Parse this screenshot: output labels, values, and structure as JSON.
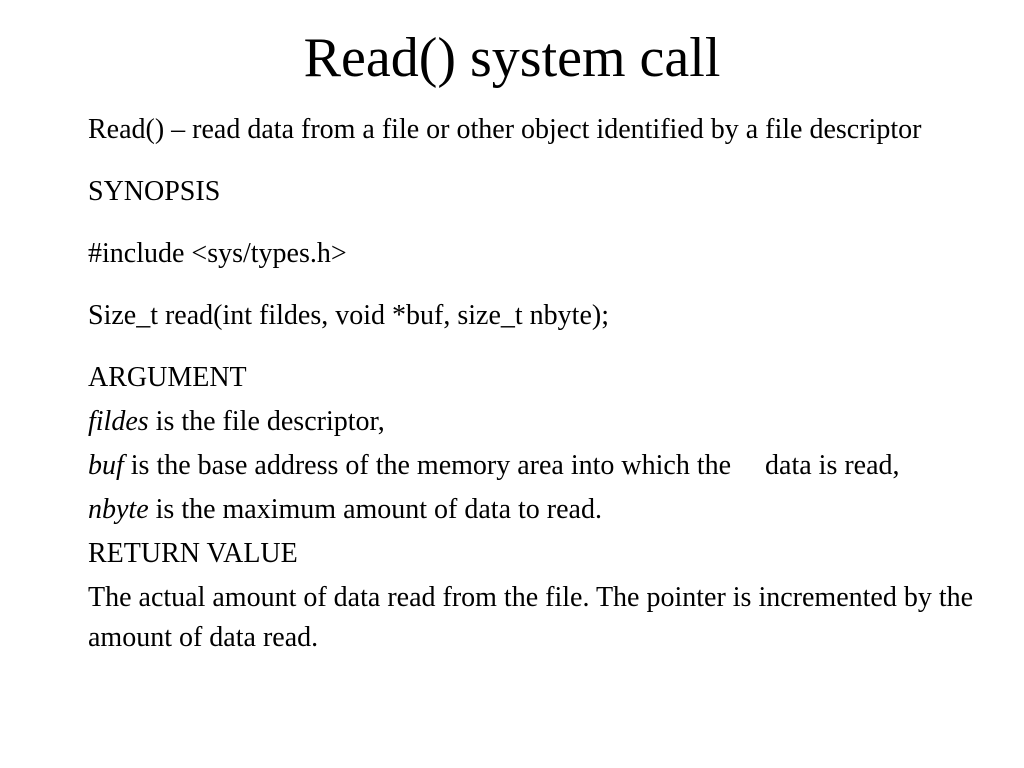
{
  "title": "Read() system call",
  "description": "Read() – read data from a file or other object identified by a file descriptor",
  "synopsis": {
    "heading": "SYNOPSIS",
    "include": "#include <sys/types.h>",
    "signature": "Size_t read(int fildes, void *buf, size_t nbyte);"
  },
  "argument": {
    "heading": "ARGUMENT",
    "items": [
      {
        "term": "fildes",
        "text": " is the file descriptor,"
      },
      {
        "term": "buf",
        "text": " is the base address of the memory area into which the",
        "text_tail": "data is read,"
      },
      {
        "term": "nbyte",
        "text": " is the maximum amount of data to read."
      }
    ]
  },
  "return_value": {
    "heading": "RETURN VALUE",
    "text": "The actual amount of data read from the file. The pointer is incremented by the amount of data read."
  }
}
